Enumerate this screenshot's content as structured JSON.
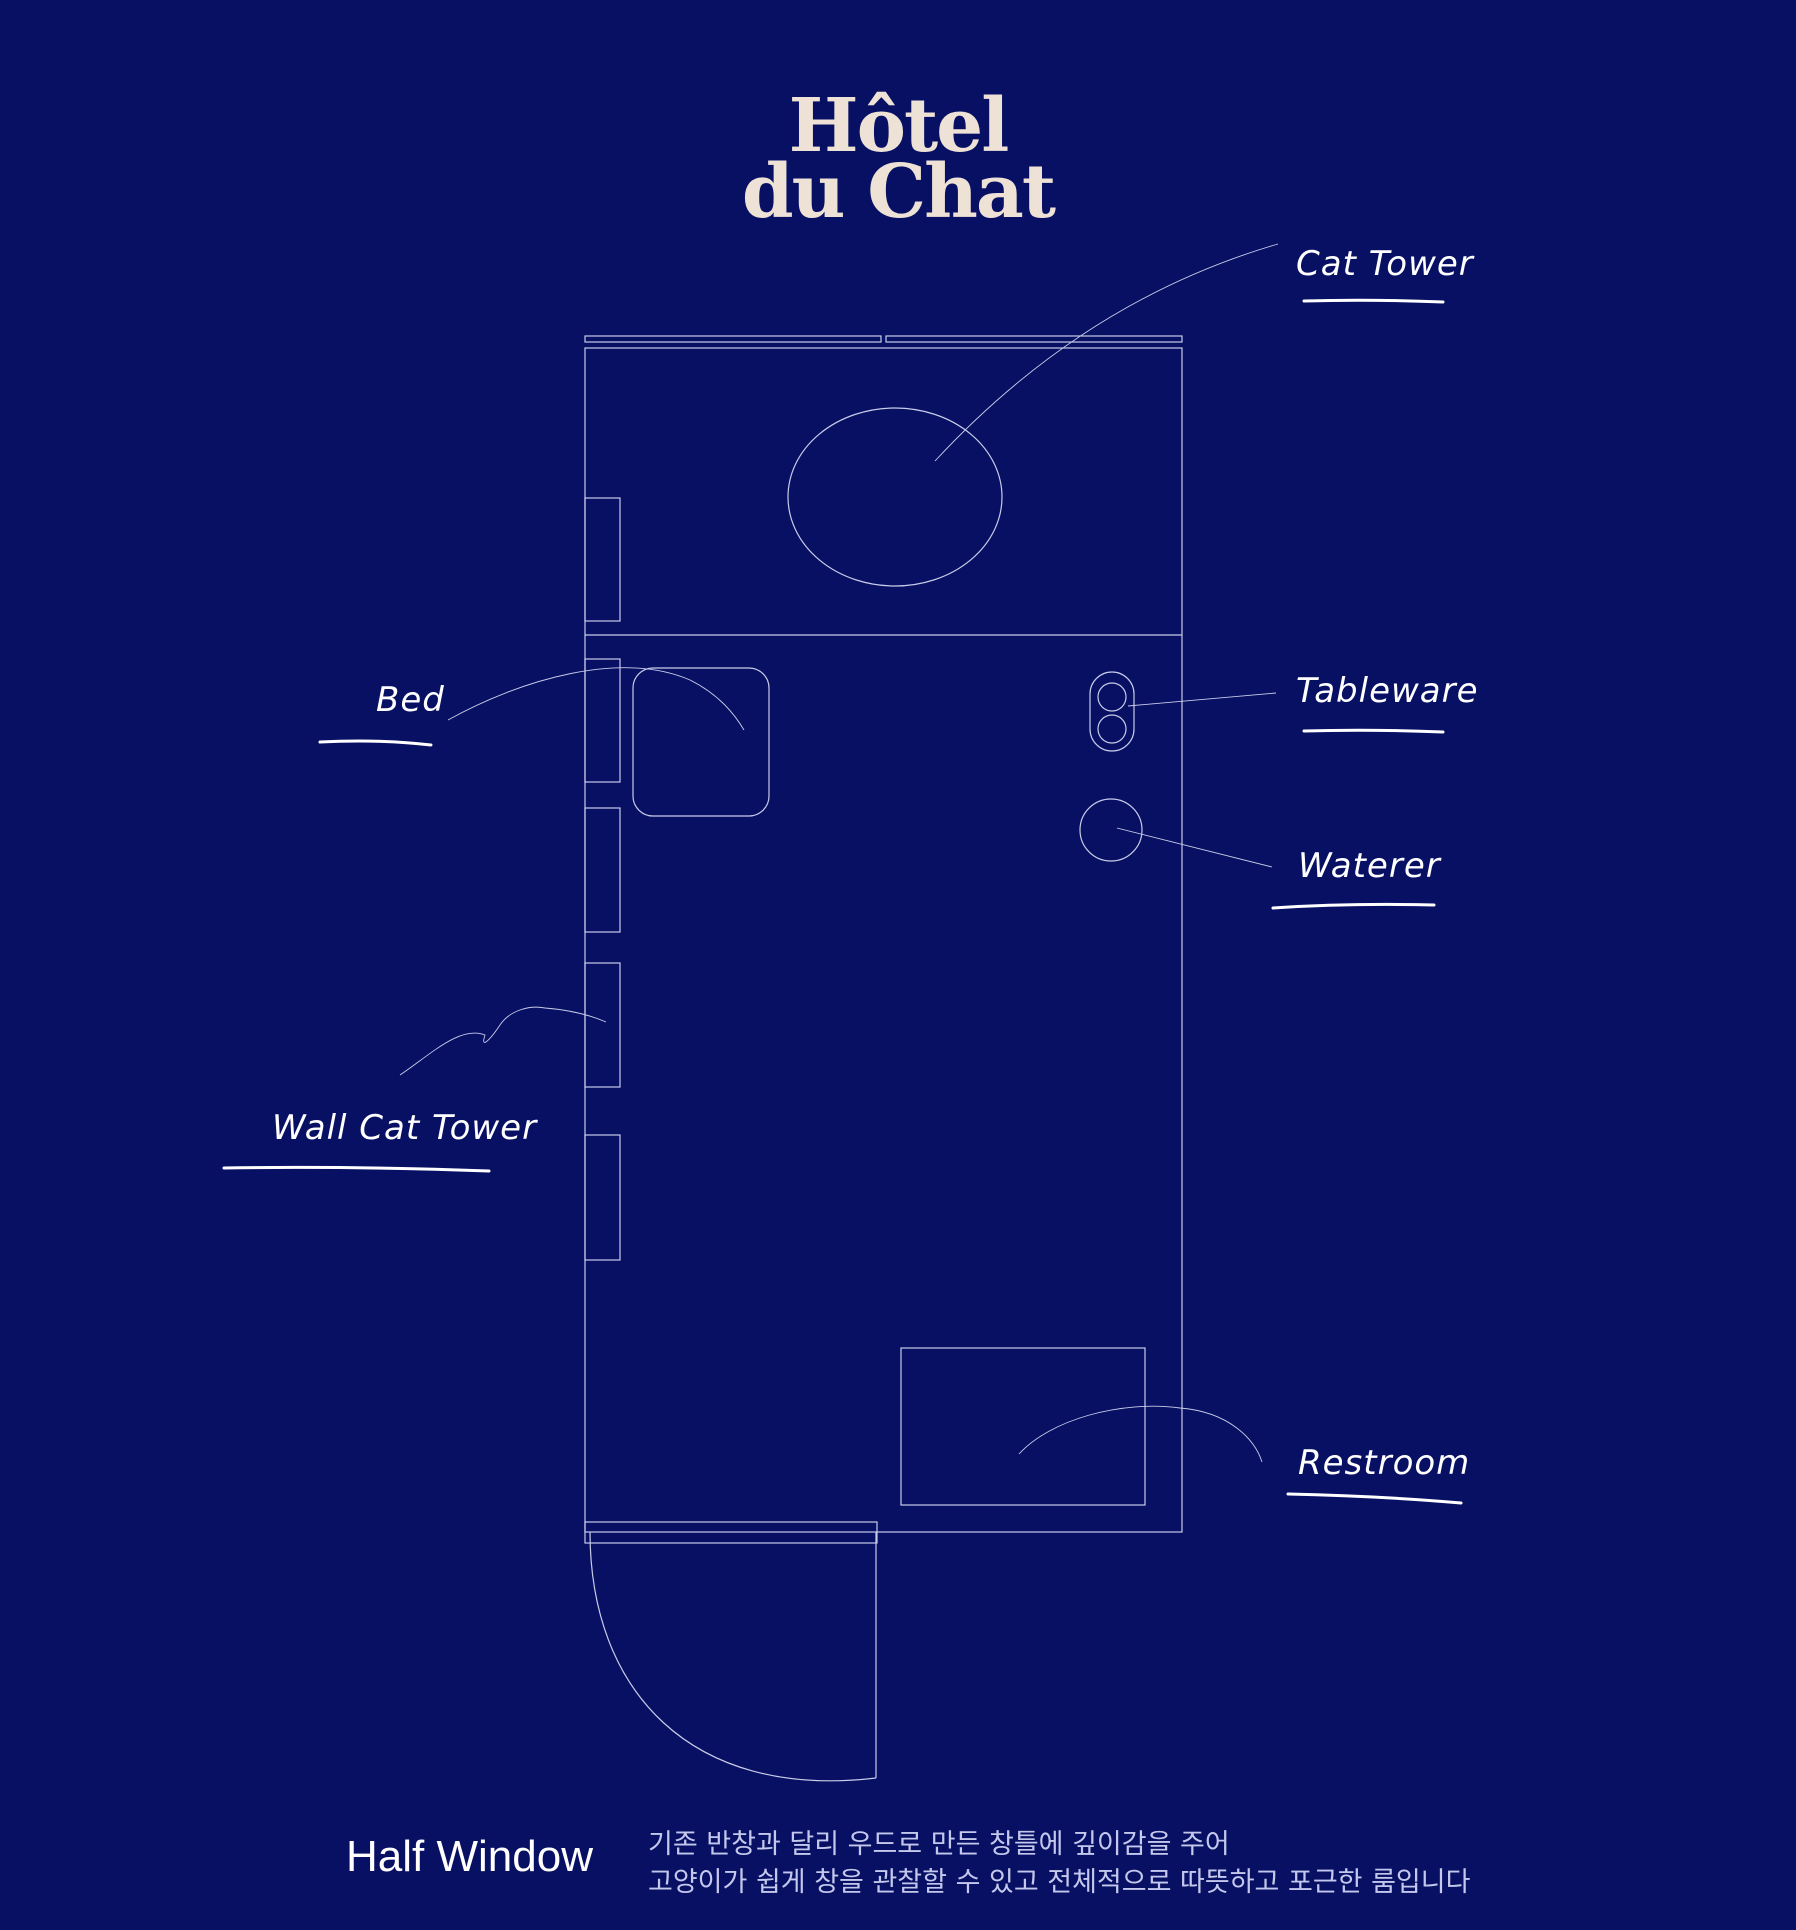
{
  "logo": {
    "line1": "Hôtel",
    "line2": "du Chat"
  },
  "labels": {
    "cat_tower": "Cat Tower",
    "bed": "Bed",
    "tableware": "Tableware",
    "waterer": "Waterer",
    "wall_cat_tower": "Wall Cat Tower",
    "restroom": "Restroom"
  },
  "caption": {
    "title": "Half Window",
    "line1": "기존 반창과 달리 우드로 만든 창틀에  깊이감을 주어",
    "line2": "고양이가 쉽게 창을 관찰할 수 있고  전체적으로  따뜻하고 포근한 룸입니다"
  },
  "colors": {
    "background": "#081064",
    "logo": "#eee2d6",
    "line": "#c8cce8",
    "label": "#ffffff"
  }
}
